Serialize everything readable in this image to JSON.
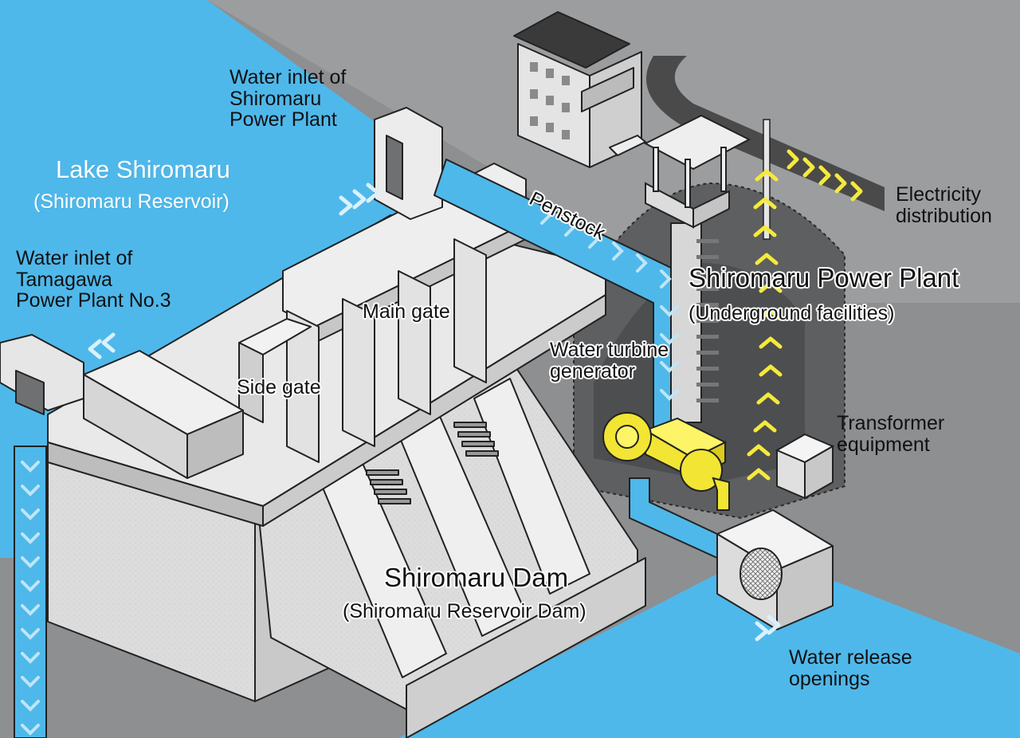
{
  "labels": {
    "inlet_shiromaru": [
      "Water inlet of",
      "Shiromaru",
      "Power Plant"
    ],
    "lake_title": "Lake Shiromaru",
    "lake_sub": "(Shiromaru Reservoir)",
    "inlet_tamagawa": [
      "Water inlet of",
      "Tamagawa",
      "Power Plant No.3"
    ],
    "penstock": "Penstock",
    "main_gate": "Main gate",
    "side_gate": "Side gate",
    "plant_title": "Shiromaru Power Plant",
    "plant_sub": "(Underground facilities)",
    "turbine": [
      "Water turbine",
      "generator"
    ],
    "transformer": [
      "Transformer",
      "equipment"
    ],
    "electricity": [
      "Electricity",
      "distribution"
    ],
    "dam_title": "Shiromaru Dam",
    "dam_sub": "(Shiromaru Reservoir Dam)",
    "release": [
      "Water release",
      "openings"
    ]
  },
  "colors": {
    "water": "#4fb8ea",
    "background": "#8d8f91",
    "concrete": "#dedede",
    "generator": "#f2e534",
    "flow_arrow": "#bfe6f8",
    "electric_arrow": "#f5ea3a"
  }
}
